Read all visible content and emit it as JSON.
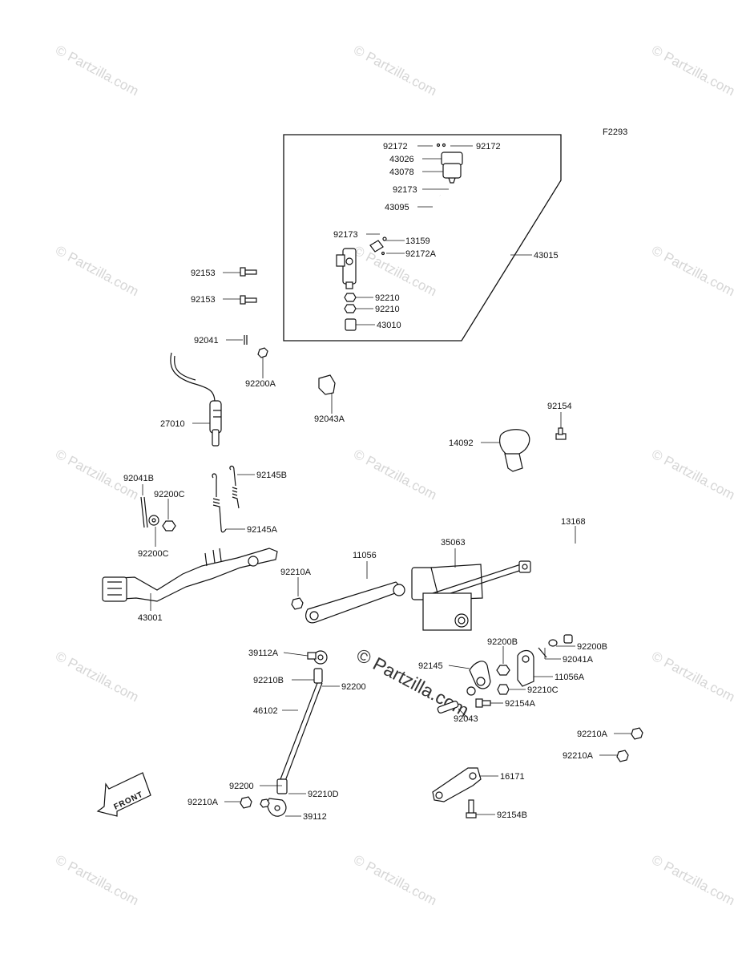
{
  "diagram_code": "F2293",
  "watermark": "© Partzilla.com",
  "front_arrow_label": "FRONT",
  "part_labels": [
    {
      "id": "p92172a",
      "text": "92172"
    },
    {
      "id": "p92172b",
      "text": "92172"
    },
    {
      "id": "p43026",
      "text": "43026"
    },
    {
      "id": "p43078",
      "text": "43078"
    },
    {
      "id": "p92173a",
      "text": "92173"
    },
    {
      "id": "p43095",
      "text": "43095"
    },
    {
      "id": "p92173b",
      "text": "92173"
    },
    {
      "id": "p13159",
      "text": "13159"
    },
    {
      "id": "p92172A",
      "text": "92172A"
    },
    {
      "id": "p43015",
      "text": "43015"
    },
    {
      "id": "p92210a",
      "text": "92210"
    },
    {
      "id": "p92210b",
      "text": "92210"
    },
    {
      "id": "p43010",
      "text": "43010"
    },
    {
      "id": "p92153a",
      "text": "92153"
    },
    {
      "id": "p92153b",
      "text": "92153"
    },
    {
      "id": "p92041",
      "text": "92041"
    },
    {
      "id": "p92200A",
      "text": "92200A"
    },
    {
      "id": "p92043A",
      "text": "92043A"
    },
    {
      "id": "p27010",
      "text": "27010"
    },
    {
      "id": "p92154",
      "text": "92154"
    },
    {
      "id": "p14092",
      "text": "14092"
    },
    {
      "id": "p92041B",
      "text": "92041B"
    },
    {
      "id": "p92200C1",
      "text": "92200C"
    },
    {
      "id": "p92145B",
      "text": "92145B"
    },
    {
      "id": "p92145A",
      "text": "92145A"
    },
    {
      "id": "p92200C2",
      "text": "92200C"
    },
    {
      "id": "p13168",
      "text": "13168"
    },
    {
      "id": "p35063",
      "text": "35063"
    },
    {
      "id": "p11056",
      "text": "11056"
    },
    {
      "id": "p92210A1",
      "text": "92210A"
    },
    {
      "id": "p43001",
      "text": "43001"
    },
    {
      "id": "p92200B1",
      "text": "92200B"
    },
    {
      "id": "p92200B2",
      "text": "92200B"
    },
    {
      "id": "p92041A",
      "text": "92041A"
    },
    {
      "id": "p39112A",
      "text": "39112A"
    },
    {
      "id": "p92145",
      "text": "92145"
    },
    {
      "id": "p11056A",
      "text": "11056A"
    },
    {
      "id": "p92210B",
      "text": "92210B"
    },
    {
      "id": "p92200",
      "text": "92200"
    },
    {
      "id": "p92210C",
      "text": "92210C"
    },
    {
      "id": "p46102",
      "text": "46102"
    },
    {
      "id": "p92154A",
      "text": "92154A"
    },
    {
      "id": "p92043",
      "text": "92043"
    },
    {
      "id": "p92210A2",
      "text": "92210A"
    },
    {
      "id": "p92210A3",
      "text": "92210A"
    },
    {
      "id": "p16171",
      "text": "16171"
    },
    {
      "id": "p92200b",
      "text": "92200"
    },
    {
      "id": "p92210D",
      "text": "92210D"
    },
    {
      "id": "p92210A4",
      "text": "92210A"
    },
    {
      "id": "p39112",
      "text": "39112"
    },
    {
      "id": "p92154B",
      "text": "92154B"
    }
  ]
}
